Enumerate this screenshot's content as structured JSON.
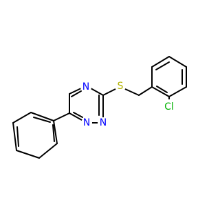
{
  "molecule": {
    "atoms": {
      "n_upper": {
        "symbol": "N",
        "color": "#0000ff"
      },
      "n_lower_left": {
        "symbol": "N",
        "color": "#0000ff"
      },
      "n_lower_right": {
        "symbol": "N",
        "color": "#0000ff"
      },
      "sulfur": {
        "symbol": "S",
        "color": "#b2b200"
      },
      "chlorine": {
        "symbol": "Cl",
        "color": "#00b200"
      }
    },
    "bond_color": "#000000"
  }
}
